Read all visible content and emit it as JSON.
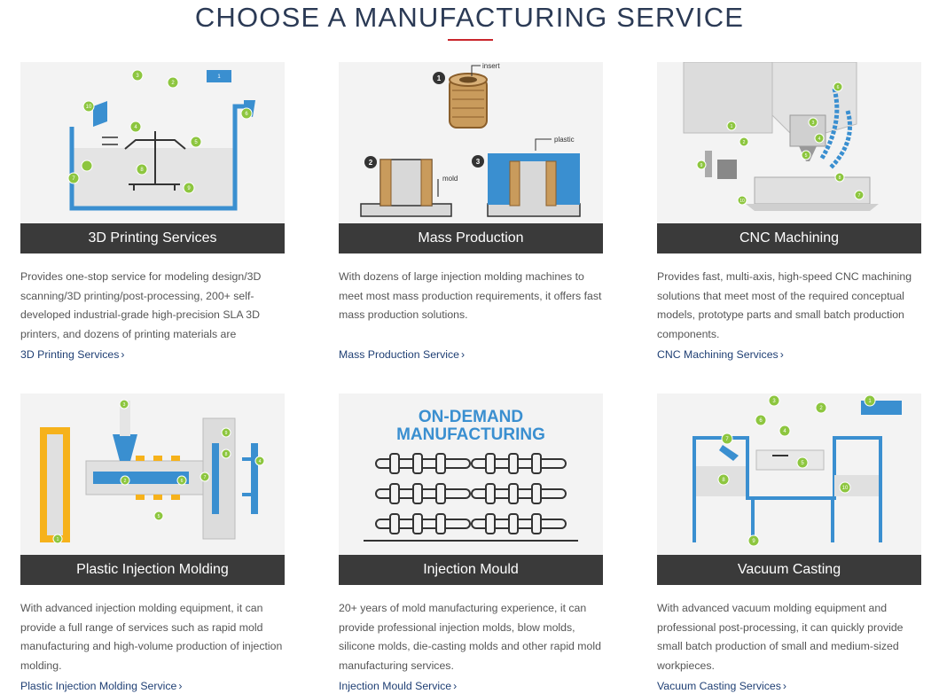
{
  "header": {
    "title": "CHOOSE A MANUFACTURING SERVICE"
  },
  "colors": {
    "accent": "#c9252c",
    "title": "#2b3a55",
    "bar": "#3a3a3a",
    "link": "#1f3f74",
    "diagram_blue": "#3a8fd0",
    "diagram_green": "#8dc63f"
  },
  "cards": [
    {
      "title": "3D Printing Services",
      "icon": "sla-3d-printer-diagram",
      "description": "Provides one-stop service for modeling design/3D scanning/3D printing/post-processing, 200+ self-developed industrial-grade high-precision SLA 3D printers, and dozens of printing materials are",
      "link": "3D Printing Services",
      "labels": [
        "1",
        "2",
        "3",
        "4",
        "5",
        "6",
        "7",
        "8",
        "9",
        "10"
      ]
    },
    {
      "title": "Mass Production",
      "icon": "insert-molding-diagram",
      "description": "With dozens of large injection molding machines to meet most mass production requirements, it offers fast mass production solutions.",
      "link": "Mass Production Service",
      "labels": {
        "step1": "1",
        "step2": "2",
        "step3": "3",
        "insert": "insert",
        "mold": "mold",
        "plastic": "plastic"
      }
    },
    {
      "title": "CNC Machining",
      "icon": "cnc-machine-diagram",
      "description": "Provides fast, multi-axis, high-speed CNC machining solutions that meet most of the required conceptual models, prototype parts and small batch production components.",
      "link": "CNC Machining Services",
      "labels": [
        "1",
        "2",
        "3",
        "4",
        "5",
        "6",
        "7",
        "8",
        "9",
        "10"
      ]
    },
    {
      "title": "Plastic Injection Molding",
      "icon": "injection-molding-machine-diagram",
      "description": "With advanced injection molding equipment, it can provide a full range of services such as rapid mold manufacturing and high-volume production of injection molding.",
      "link": "Plastic Injection Molding Service",
      "labels": [
        "1",
        "2",
        "3",
        "4",
        "5",
        "6",
        "7",
        "8",
        "9"
      ]
    },
    {
      "title": "Injection Mould",
      "icon": "on-demand-manufacturing-diagram",
      "description": "20+ years of mold manufacturing experience, it can provide professional injection molds, blow molds, silicone molds, die-casting molds and other rapid mold manufacturing services.",
      "link": "Injection Mould Service",
      "graphic_text": [
        "ON-DEMAND",
        "MANUFACTURING"
      ]
    },
    {
      "title": "Vacuum Casting",
      "icon": "vacuum-casting-diagram",
      "description": "With advanced vacuum molding equipment and professional post-processing, it can quickly provide small batch production of small and medium-sized workpieces.",
      "link": "Vacuum Casting Services",
      "labels": [
        "1",
        "2",
        "3",
        "4",
        "5",
        "6",
        "7",
        "8",
        "9",
        "10"
      ]
    }
  ],
  "link_chevron": "›"
}
